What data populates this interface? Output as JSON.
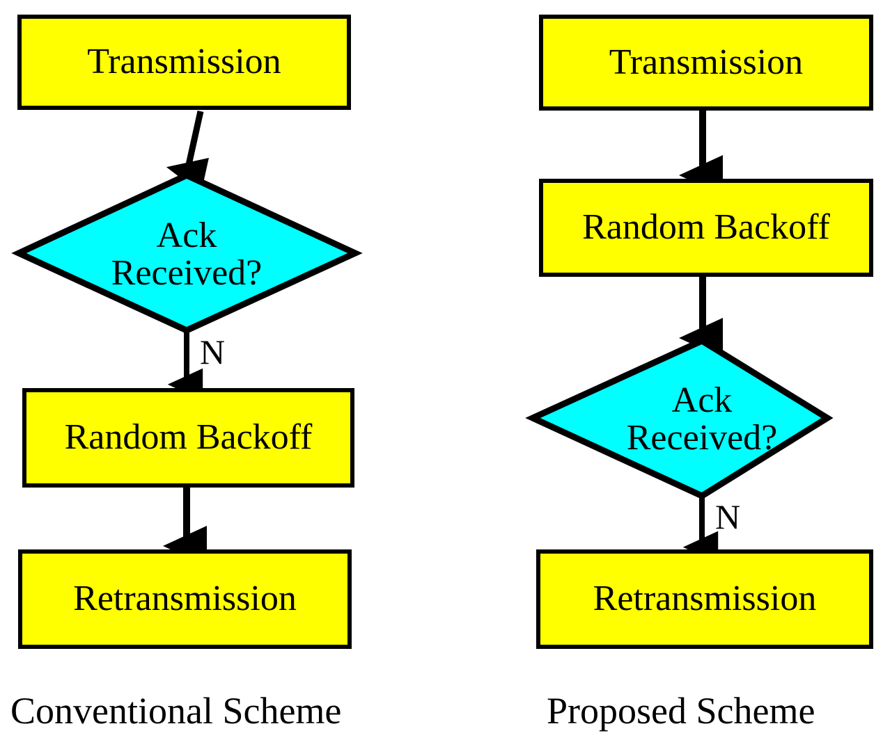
{
  "figure": {
    "type": "flowchart",
    "description": "Side-by-side comparison of two retransmission flowcharts",
    "background_color": "#FFFFFF",
    "process_fill": "#FFFF00",
    "decision_fill": "#00FFFF",
    "stroke_color": "#000000"
  },
  "diagrams": [
    {
      "id": "conventional",
      "caption": "Conventional Scheme",
      "nodes": [
        {
          "id": "c1",
          "shape": "process",
          "label": "Transmission"
        },
        {
          "id": "c2",
          "shape": "decision",
          "label": "Ack\nReceived?"
        },
        {
          "id": "c3",
          "shape": "process",
          "label": "Random Backoff"
        },
        {
          "id": "c4",
          "shape": "process",
          "label": "Retransmission"
        }
      ],
      "edges": [
        {
          "from": "c1",
          "to": "c2",
          "label": ""
        },
        {
          "from": "c2",
          "to": "c3",
          "label": "N"
        },
        {
          "from": "c3",
          "to": "c4",
          "label": ""
        }
      ]
    },
    {
      "id": "proposed",
      "caption": "Proposed Scheme",
      "nodes": [
        {
          "id": "p1",
          "shape": "process",
          "label": "Transmission"
        },
        {
          "id": "p2",
          "shape": "process",
          "label": "Random Backoff"
        },
        {
          "id": "p3",
          "shape": "decision",
          "label": "Ack\nReceived?"
        },
        {
          "id": "p4",
          "shape": "process",
          "label": "Retransmission"
        }
      ],
      "edges": [
        {
          "from": "p1",
          "to": "p2",
          "label": ""
        },
        {
          "from": "p2",
          "to": "p3",
          "label": ""
        },
        {
          "from": "p3",
          "to": "p4",
          "label": "N"
        }
      ]
    }
  ]
}
